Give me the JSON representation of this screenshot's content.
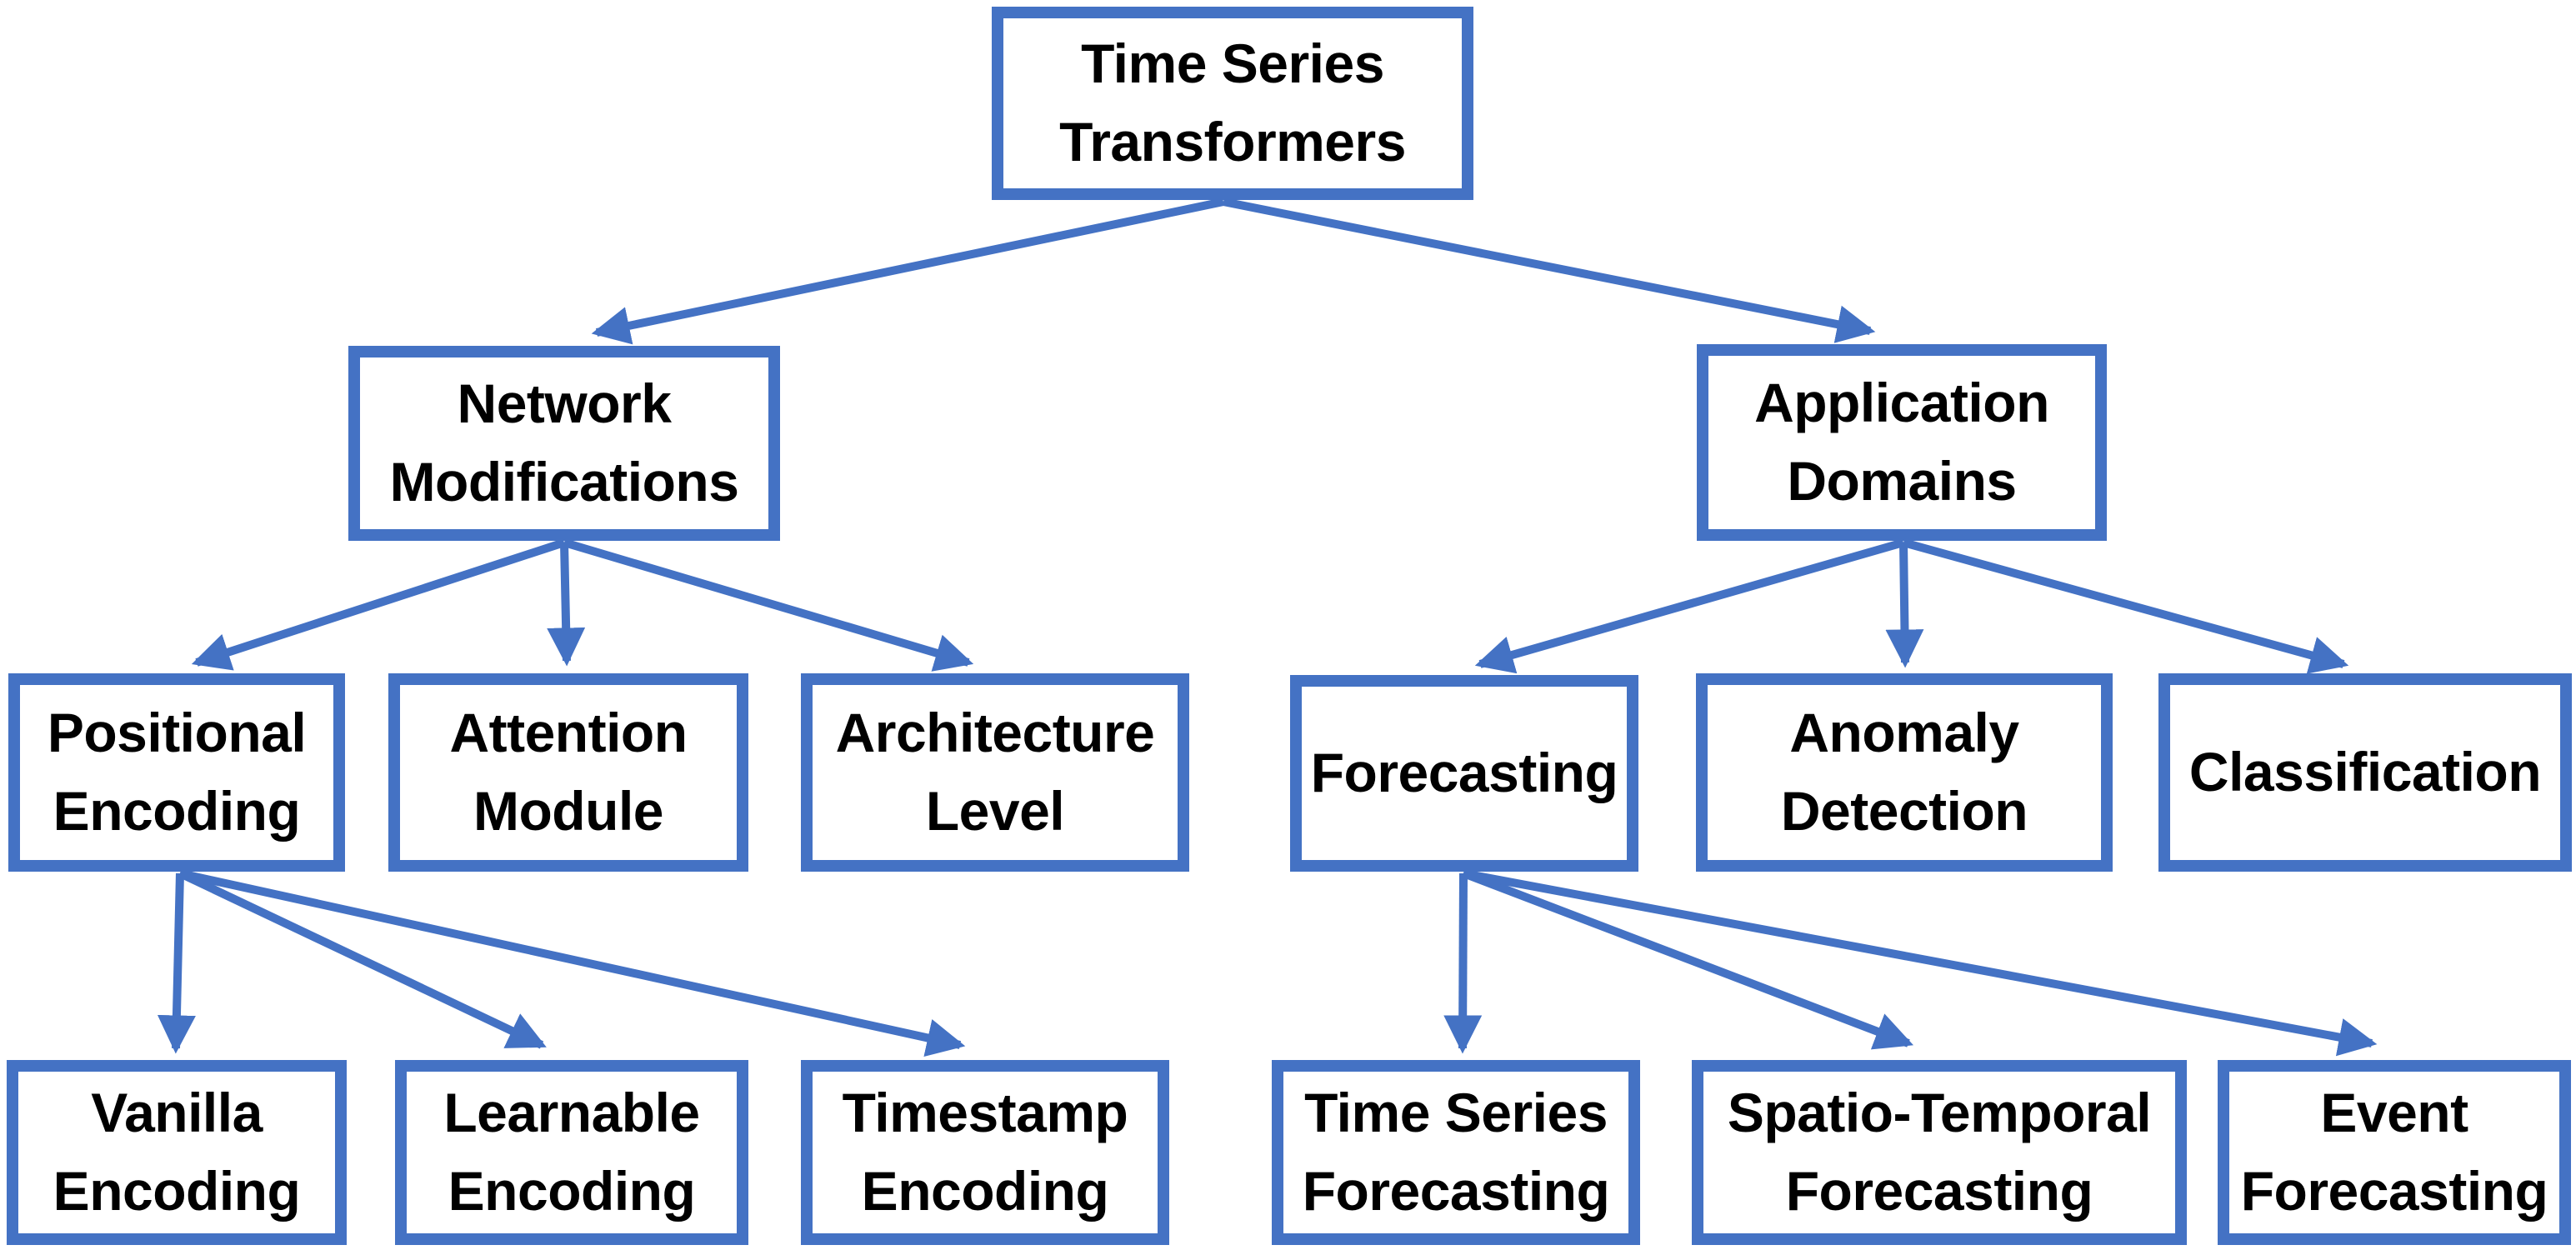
{
  "diagram": {
    "type": "taxonomy-tree",
    "colors": {
      "accent": "#4472C4",
      "text": "#000000",
      "background": "#FFFFFF"
    },
    "nodes": {
      "root": {
        "label": "Time Series\nTransformers"
      },
      "network_modifications": {
        "label": "Network\nModifications"
      },
      "application_domains": {
        "label": "Application\nDomains"
      },
      "positional_encoding": {
        "label": "Positional\nEncoding"
      },
      "attention_module": {
        "label": "Attention\nModule"
      },
      "architecture_level": {
        "label": "Architecture\nLevel"
      },
      "forecasting": {
        "label": "Forecasting"
      },
      "anomaly_detection": {
        "label": "Anomaly\nDetection"
      },
      "classification": {
        "label": "Classification"
      },
      "vanilla_encoding": {
        "label": "Vanilla\nEncoding"
      },
      "learnable_encoding": {
        "label": "Learnable\nEncoding"
      },
      "timestamp_encoding": {
        "label": "Timestamp\nEncoding"
      },
      "time_series_forecasting": {
        "label": "Time Series\nForecasting"
      },
      "spatio_temporal_forecasting": {
        "label": "Spatio-Temporal\nForecasting"
      },
      "event_forecasting": {
        "label": "Event\nForecasting"
      }
    },
    "edges": [
      [
        "root",
        "network_modifications"
      ],
      [
        "root",
        "application_domains"
      ],
      [
        "network_modifications",
        "positional_encoding"
      ],
      [
        "network_modifications",
        "attention_module"
      ],
      [
        "network_modifications",
        "architecture_level"
      ],
      [
        "application_domains",
        "forecasting"
      ],
      [
        "application_domains",
        "anomaly_detection"
      ],
      [
        "application_domains",
        "classification"
      ],
      [
        "positional_encoding",
        "vanilla_encoding"
      ],
      [
        "positional_encoding",
        "learnable_encoding"
      ],
      [
        "positional_encoding",
        "timestamp_encoding"
      ],
      [
        "forecasting",
        "time_series_forecasting"
      ],
      [
        "forecasting",
        "spatio_temporal_forecasting"
      ],
      [
        "forecasting",
        "event_forecasting"
      ]
    ]
  }
}
